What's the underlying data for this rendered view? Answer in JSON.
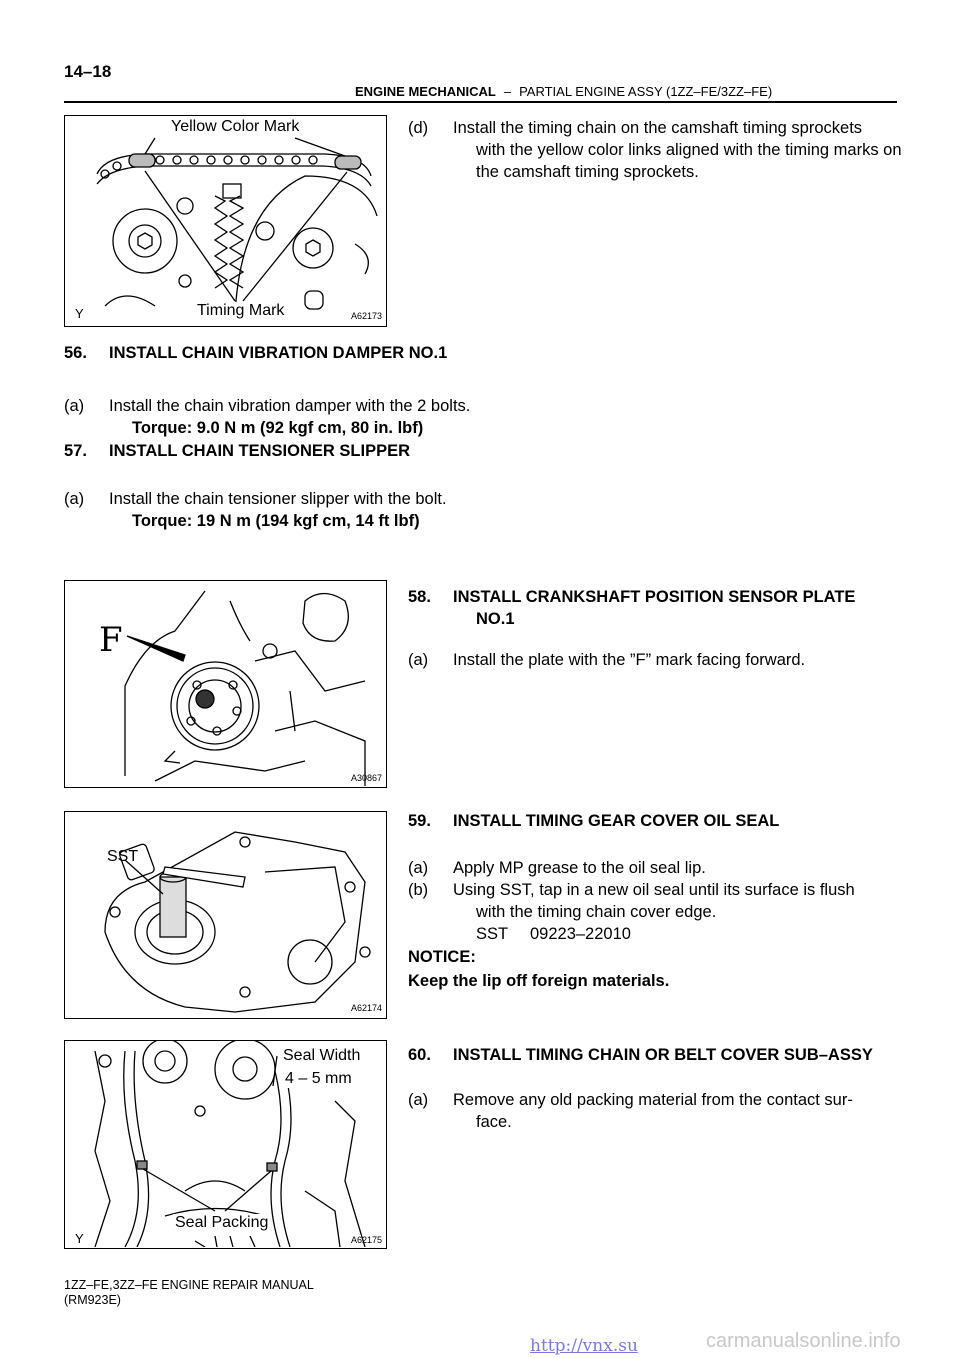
{
  "header": {
    "page_number": "14–18",
    "section": "ENGINE MECHANICAL",
    "separator": "–",
    "subsection": "PARTIAL ENGINE ASSY (1ZZ–FE/3ZZ–FE)"
  },
  "figures": {
    "fig1": {
      "id": "A62173",
      "caption_top": "Yellow Color Mark",
      "caption_bottom": "Timing Mark",
      "corner": "Y"
    },
    "fig2": {
      "id": "A30867",
      "mark": "F"
    },
    "fig3": {
      "id": "A62174",
      "label": "SST"
    },
    "fig4": {
      "id": "A62175",
      "label_width_1": "Seal Width",
      "label_width_2": "4 – 5 mm",
      "label_packing": "Seal Packing",
      "corner": "Y"
    }
  },
  "step_d": {
    "label": "(d)",
    "line1": "Install the timing chain on the camshaft timing sprockets",
    "line2": "with the yellow color links aligned with the timing marks on",
    "line3": "the camshaft timing sprockets."
  },
  "step56": {
    "num": "56.",
    "title": "INSTALL CHAIN VIBRATION DAMPER NO.1",
    "a_label": "(a)",
    "a_text": "Install the chain vibration damper with the 2 bolts.",
    "torque": "Torque: 9.0 N m (92 kgf cm, 80 in. lbf)"
  },
  "step57": {
    "num": "57.",
    "title": "INSTALL CHAIN TENSIONER SLIPPER",
    "a_label": "(a)",
    "a_text": "Install the chain tensioner slipper with the bolt.",
    "torque": "Torque: 19 N m (194 kgf cm, 14 ft lbf)"
  },
  "step58": {
    "num": "58.",
    "title1": "INSTALL CRANKSHAFT POSITION SENSOR PLATE",
    "title2": "NO.1",
    "a_label": "(a)",
    "a_text": "Install the plate with the ”F” mark facing forward."
  },
  "step59": {
    "num": "59.",
    "title": "INSTALL TIMING GEAR COVER OIL SEAL",
    "a_label": "(a)",
    "a_text": "Apply MP grease to the oil seal lip.",
    "b_label": "(b)",
    "b_line1": "Using SST, tap in a new oil seal until its surface is flush",
    "b_line2": "with the timing chain cover edge.",
    "sst_label": "SST",
    "sst_number": "09223–22010",
    "notice_label": "NOTICE:",
    "notice_text": "Keep the lip off foreign materials."
  },
  "step60": {
    "num": "60.",
    "title": "INSTALL TIMING CHAIN OR BELT COVER SUB–ASSY",
    "a_label": "(a)",
    "a_line1": "Remove any old packing material from the contact sur-",
    "a_line2": "face."
  },
  "footer": {
    "line1": "1ZZ–FE,3ZZ–FE ENGINE REPAIR MANUAL",
    "line2": "(RM923E)"
  },
  "watermark": {
    "url": "http://vnx.su",
    "site": "carmanualsonline.info"
  }
}
